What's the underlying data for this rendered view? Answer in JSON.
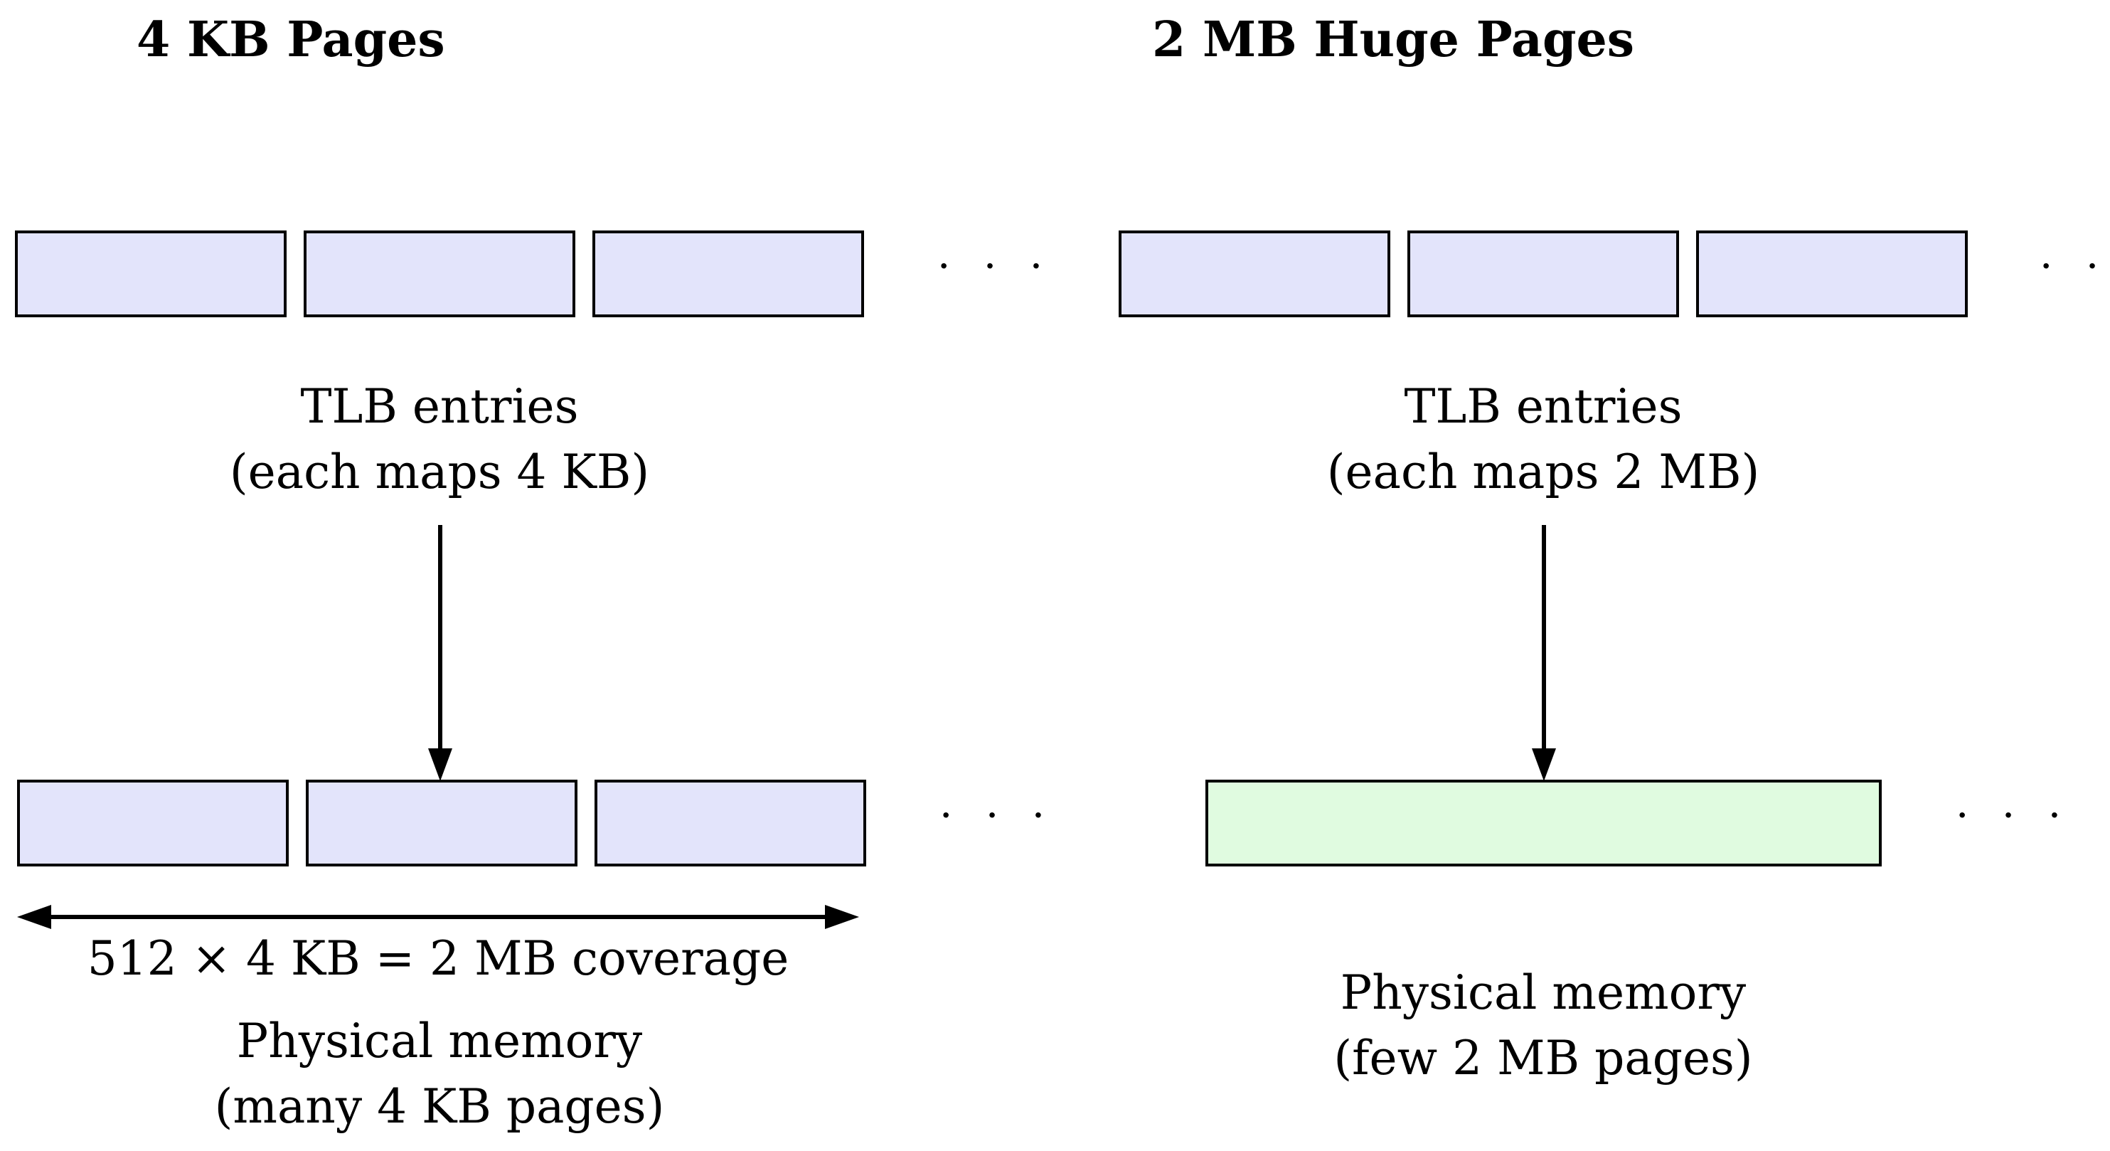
{
  "left": {
    "title": "4 KB Pages",
    "tlb_caption_line1": "TLB entries",
    "tlb_caption_line2": "(each maps 4 KB)",
    "coverage_label": "512 × 4 KB = 2 MB coverage",
    "memory_caption_line1": "Physical memory",
    "memory_caption_line2": "(many 4 KB pages)",
    "ellipsis": "· · ·",
    "tlb_fill": "#e3e4fb",
    "page_fill": "#e3e4fb"
  },
  "right": {
    "title": "2 MB Huge Pages",
    "tlb_caption_line1": "TLB entries",
    "tlb_caption_line2": "(each maps 2 MB)",
    "memory_caption_line1": "Physical memory",
    "memory_caption_line2": "(few 2 MB pages)",
    "ellipsis": "· · ·",
    "tlb_fill": "#e3e4fb",
    "page_fill": "#e0fbe0"
  }
}
